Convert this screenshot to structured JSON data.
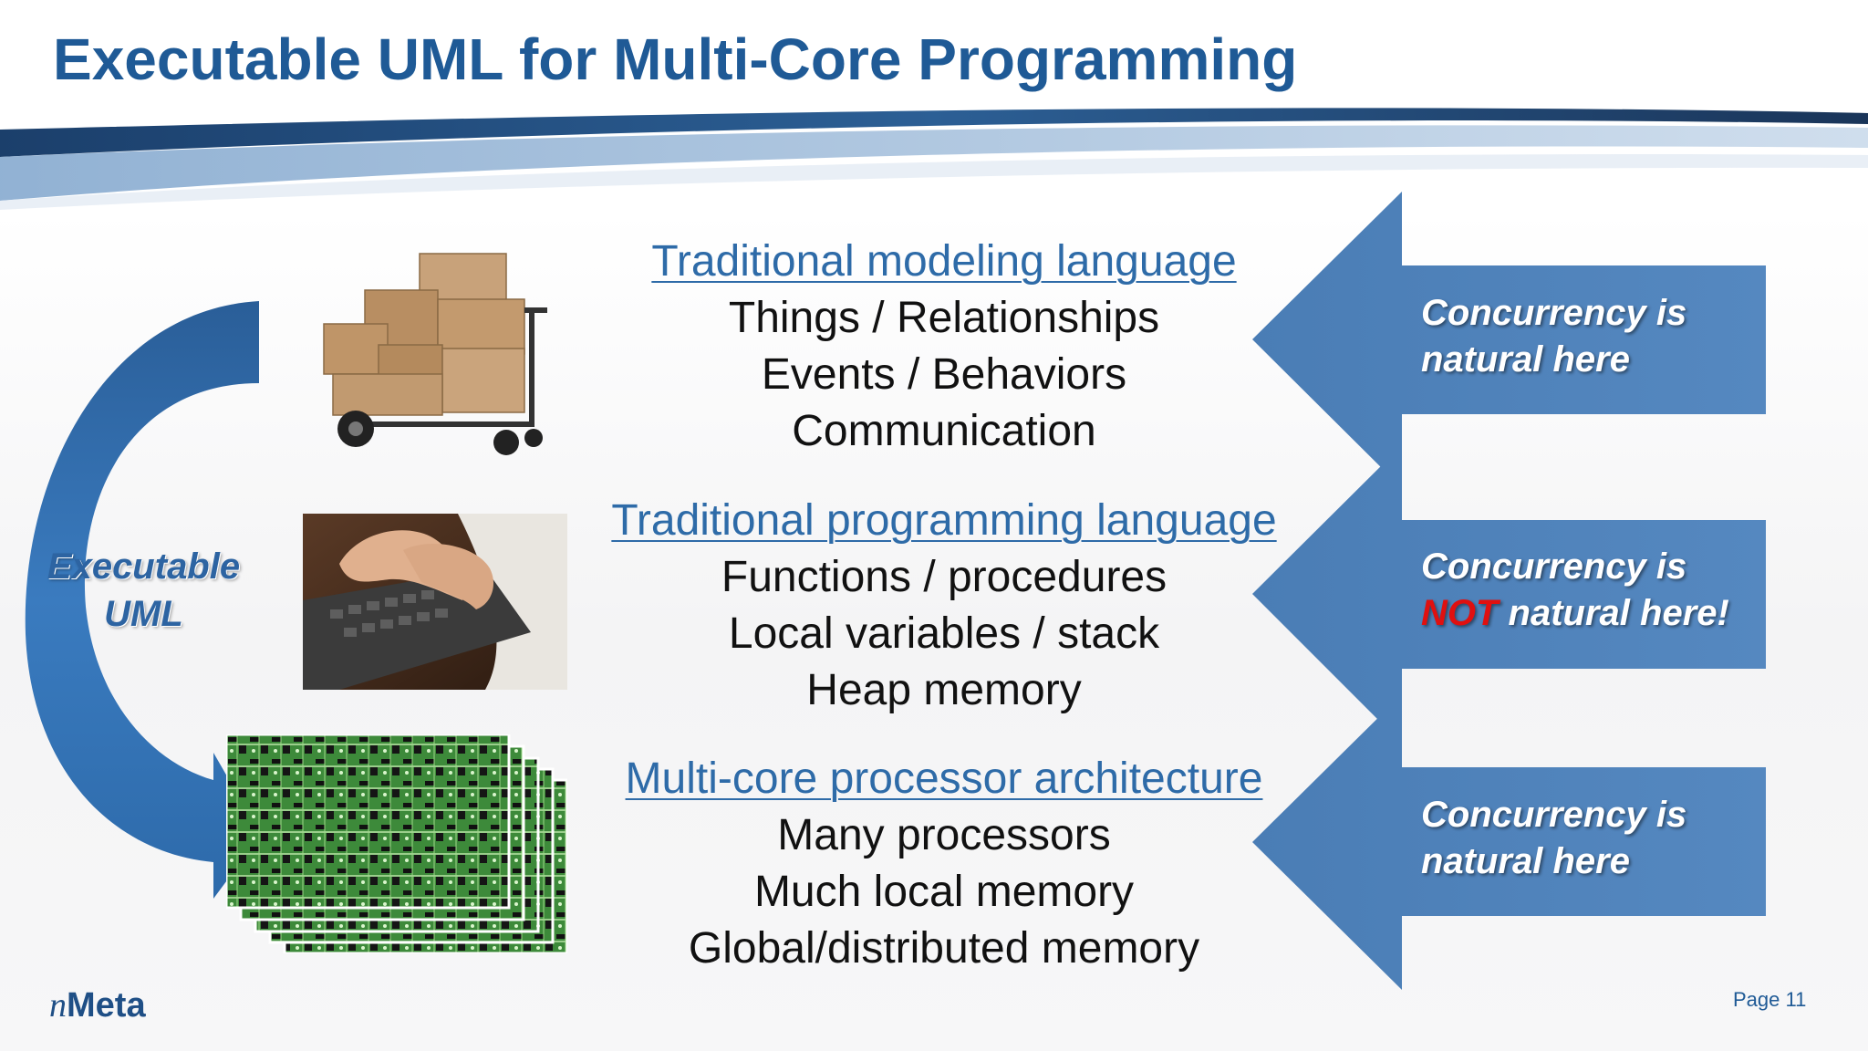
{
  "slide": {
    "title": "Executable UML for Multi-Core Programming",
    "page_number": "Page 11",
    "logo": {
      "prefix": "n",
      "name": "Meta"
    }
  },
  "side_label": {
    "line1": "Executable",
    "line2": "UML"
  },
  "sections": [
    {
      "heading": "Traditional modeling language",
      "lines": [
        "Things / Relationships",
        "Events / Behaviors",
        "Communication"
      ],
      "image": "boxes-on-cart"
    },
    {
      "heading": "Traditional programming language",
      "lines": [
        "Functions / procedures",
        "Local variables / stack",
        "Heap memory"
      ],
      "image": "hands-typing-keyboard"
    },
    {
      "heading": "Multi-core processor architecture",
      "lines": [
        "Many processors",
        "Much local memory",
        "Global/distributed memory"
      ],
      "image": "stacked-circuit-boards"
    }
  ],
  "arrows": [
    {
      "line1": "Concurrency is",
      "line2": "natural here"
    },
    {
      "line1": "Concurrency is",
      "line2_emph": "NOT",
      "line2_rest": " natural here!"
    },
    {
      "line1": "Concurrency is",
      "line2": "natural here"
    }
  ],
  "colors": {
    "title": "#1f5a96",
    "heading_link": "#2e6ba8",
    "arrow_fill": "#4f84bb",
    "not_highlight": "#e01010",
    "side_label": "#2d64a2"
  }
}
